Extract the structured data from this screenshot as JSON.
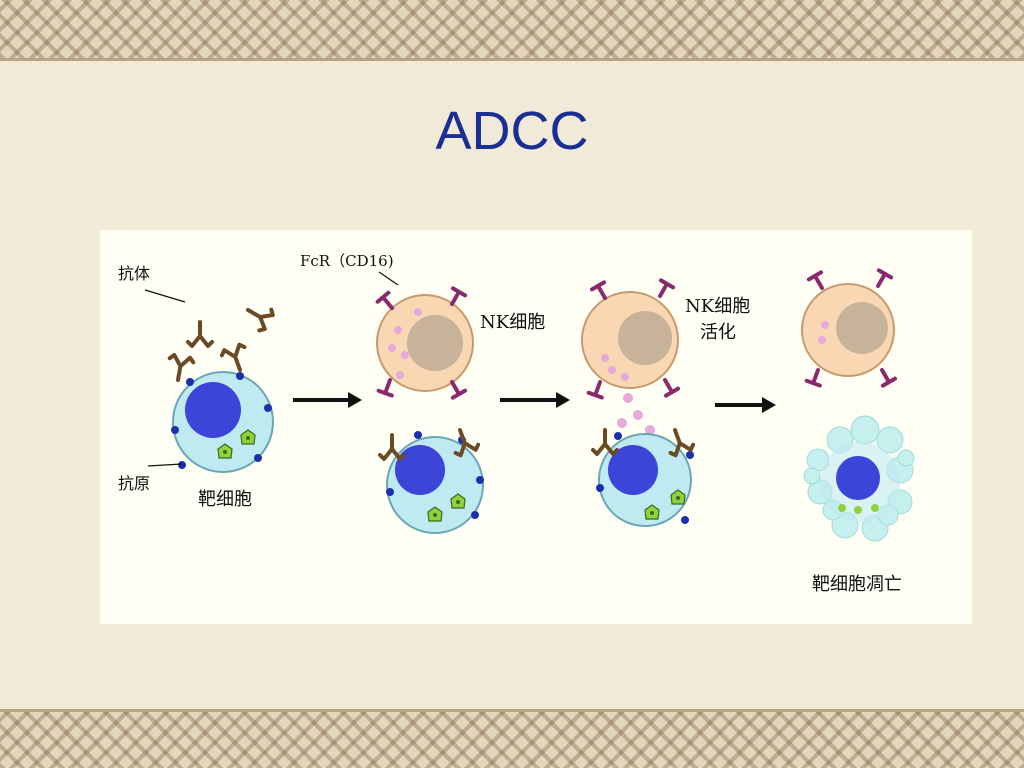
{
  "title": "ADCC",
  "diagram": {
    "labels": {
      "antibody": "抗体",
      "antigen": "抗原",
      "target_cell": "靶细胞",
      "fcr": "FcR（CD16)",
      "nk_cell": "NK细胞",
      "nk_activated_line1": "NK细胞",
      "nk_activated_line2": "活化",
      "apoptosis": "靶细胞凋亡"
    },
    "colors": {
      "nucleus_blue": "#3b46d8",
      "target_cytoplasm": "#bfeaf2",
      "nk_cytoplasm": "#f9d7b3",
      "nk_nucleus": "#c7b399",
      "antibody": "#6b4a26",
      "fcr": "#8a2a6e",
      "antigen_dot": "#1c2fae",
      "granule": "#e7a8dc",
      "virus": "#8fd23d"
    }
  }
}
